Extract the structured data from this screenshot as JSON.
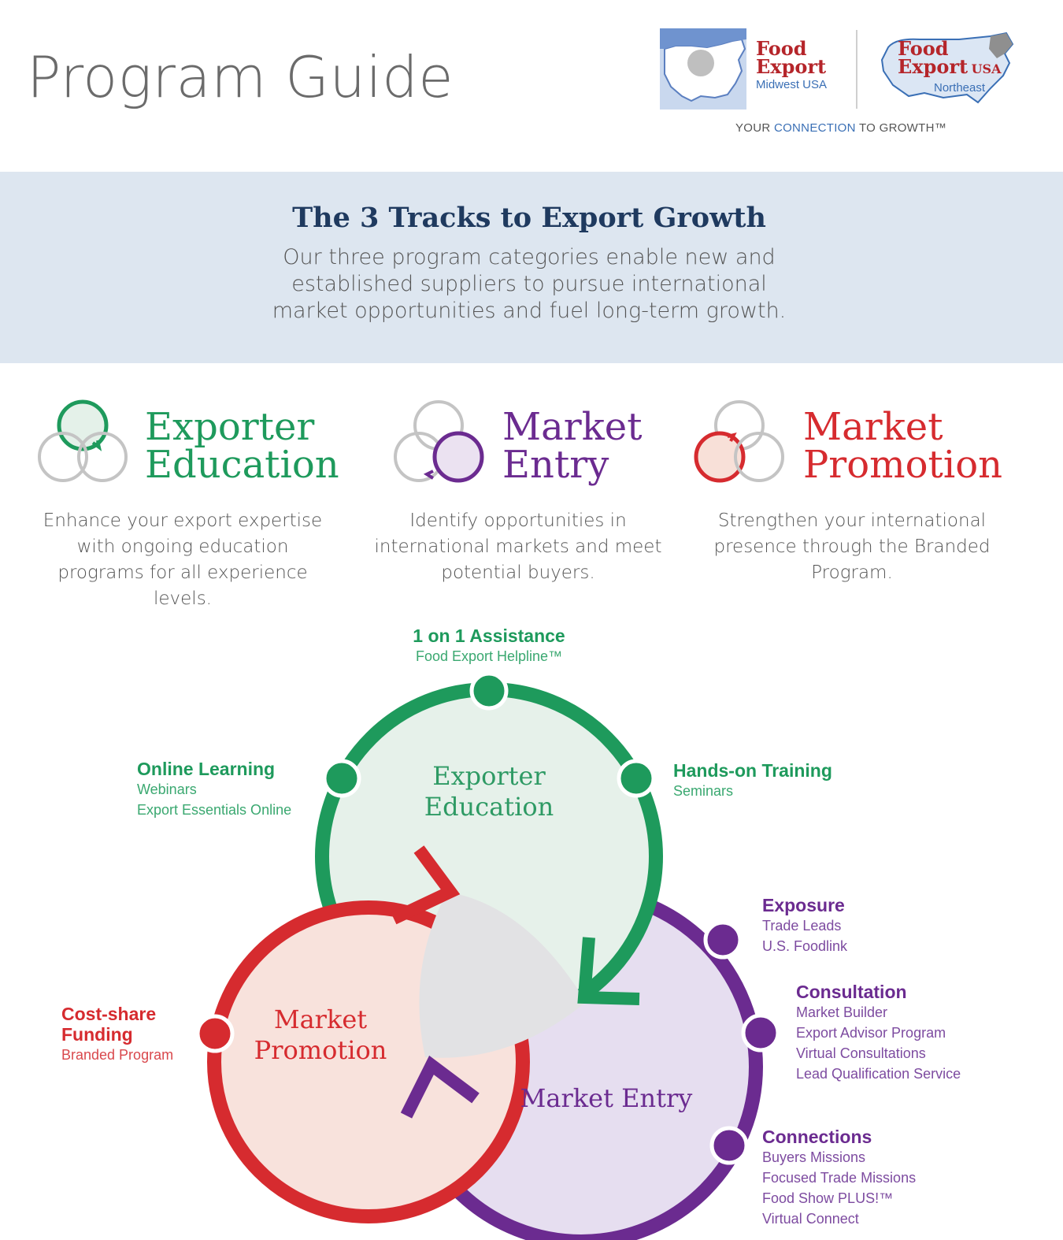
{
  "header": {
    "title": "Program Guide",
    "logo_midwest": {
      "line1": "Food",
      "line2": "Export",
      "sub": "Midwest USA"
    },
    "logo_northeast": {
      "line1": "Food",
      "line2": "Export",
      "usa": "USA",
      "sub": "Northeast"
    },
    "tagline_pre": "YOUR ",
    "tagline_hl": "CONNECTION",
    "tagline_post": " TO GROWTH™"
  },
  "intro": {
    "title": "The 3 Tracks to Export Growth",
    "body": "Our three program categories enable new and established suppliers to pursue international market opportunities and fuel long-term growth."
  },
  "tracks": [
    {
      "title_line1": "Exporter",
      "title_line2": "Education",
      "description": "Enhance your export expertise with ongoing education programs for all experience levels.",
      "color": "#1e9a5c"
    },
    {
      "title_line1": "Market",
      "title_line2": "Entry",
      "description": "Identify opportunities in international markets and meet potential buyers.",
      "color": "#6b2b90"
    },
    {
      "title_line1": "Market",
      "title_line2": "Promotion",
      "description": "Strengthen your international presence through the Branded Program.",
      "color": "#d62b2f"
    }
  ],
  "diagram": {
    "circle_labels": {
      "education_line1": "Exporter",
      "education_line2": "Education",
      "promotion_line1": "Market",
      "promotion_line2": "Promotion",
      "entry": "Market Entry"
    },
    "one_on_one": {
      "heading": "1 on 1 Assistance",
      "items": [
        "Food Export Helpline™"
      ]
    },
    "online_learning": {
      "heading": "Online Learning",
      "items": [
        "Webinars",
        "Export Essentials Online"
      ]
    },
    "hands_on": {
      "heading": "Hands-on Training",
      "items": [
        "Seminars"
      ]
    },
    "exposure": {
      "heading": "Exposure",
      "items": [
        "Trade Leads",
        "U.S. Foodlink"
      ]
    },
    "consultation": {
      "heading": "Consultation",
      "items": [
        "Market Builder",
        "Export Advisor Program",
        "Virtual Consultations",
        "Lead Qualification Service"
      ]
    },
    "connections": {
      "heading": "Connections",
      "items": [
        "Buyers Missions",
        "Focused Trade Missions",
        "Food Show PLUS!™",
        "Virtual Connect"
      ]
    },
    "cost_share": {
      "heading_line1": "Cost-share",
      "heading_line2": "Funding",
      "items": [
        "Branded Program"
      ]
    }
  },
  "colors": {
    "green": "#1e9a5c",
    "purple": "#6b2b90",
    "red": "#d62b2f",
    "navy": "#1f3a5f",
    "band": "#dde6f0"
  }
}
